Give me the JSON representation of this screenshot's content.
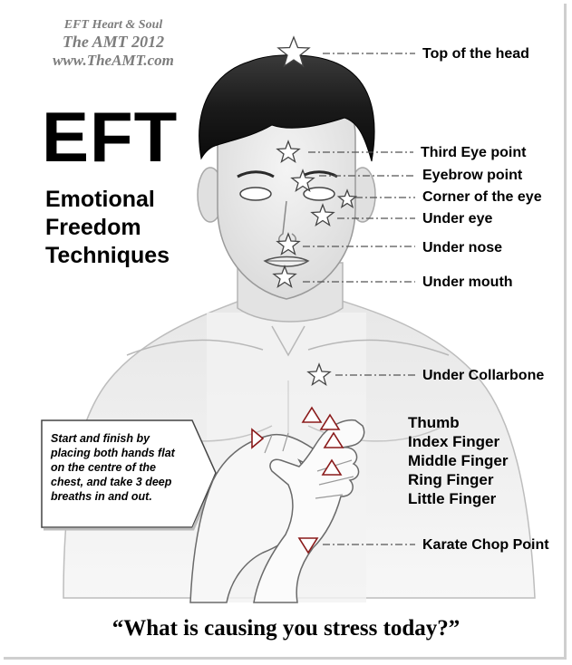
{
  "credit": {
    "line1": "EFT Heart & Soul",
    "line2": "The AMT 2012",
    "line3": "www.TheAMT.com"
  },
  "title": {
    "main": "EFT",
    "subtitle": [
      "Emotional",
      "Freedom",
      "Techniques"
    ]
  },
  "tapping_points": [
    "Top of the head",
    "Third Eye point",
    "Eyebrow point",
    "Corner of the eye",
    "Under eye",
    "Under nose",
    "Under mouth",
    "Under Collarbone"
  ],
  "finger_points": [
    "Thumb",
    "Index Finger",
    "Middle Finger",
    "Ring Finger",
    "Little Finger"
  ],
  "karate_point": "Karate Chop Point",
  "instruction": "Start and finish by placing both hands flat on the centre of the chest, and take 3 deep breaths in and out.",
  "question": "“What is causing you stress today?”"
}
